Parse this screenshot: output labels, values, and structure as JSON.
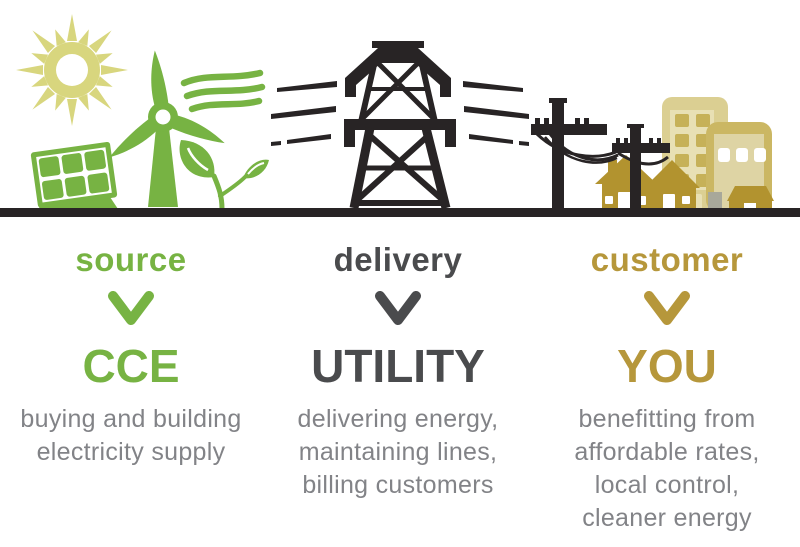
{
  "colors": {
    "green": "#77b343",
    "dark": "#4a4b4d",
    "gold": "#b6973b",
    "body": "#828387",
    "ink": "#282425",
    "sun": "#d8d67e",
    "building_light": "#dbcf92",
    "building_light_panel": "#e8e0b4",
    "building_light_window": "#c6b158",
    "building_mid": "#cbb763",
    "building_mid_panel": "#ded4a4",
    "house": "#b2932f"
  },
  "icons": {
    "scene": [
      "sun-icon",
      "wind-turbine-icon",
      "wind-gust-icon",
      "solar-panel-icon",
      "sprout-icon",
      "energy-lines-icon",
      "transmission-tower-icon",
      "utility-pole-icon",
      "power-lines-icon",
      "houses-icon",
      "buildings-icon",
      "storefront-icon",
      "ground-line"
    ],
    "arrow": "down-chevron-icon"
  },
  "columns": [
    {
      "id": "source",
      "label": "source",
      "heading": "CCE",
      "description": "buying and building\nelectricity supply"
    },
    {
      "id": "delivery",
      "label": "delivery",
      "heading": "UTILITY",
      "description": "delivering energy,\nmaintaining lines,\nbilling customers"
    },
    {
      "id": "customer",
      "label": "customer",
      "heading": "YOU",
      "description": "benefitting from\naffordable rates,\nlocal control,\ncleaner energy"
    }
  ]
}
